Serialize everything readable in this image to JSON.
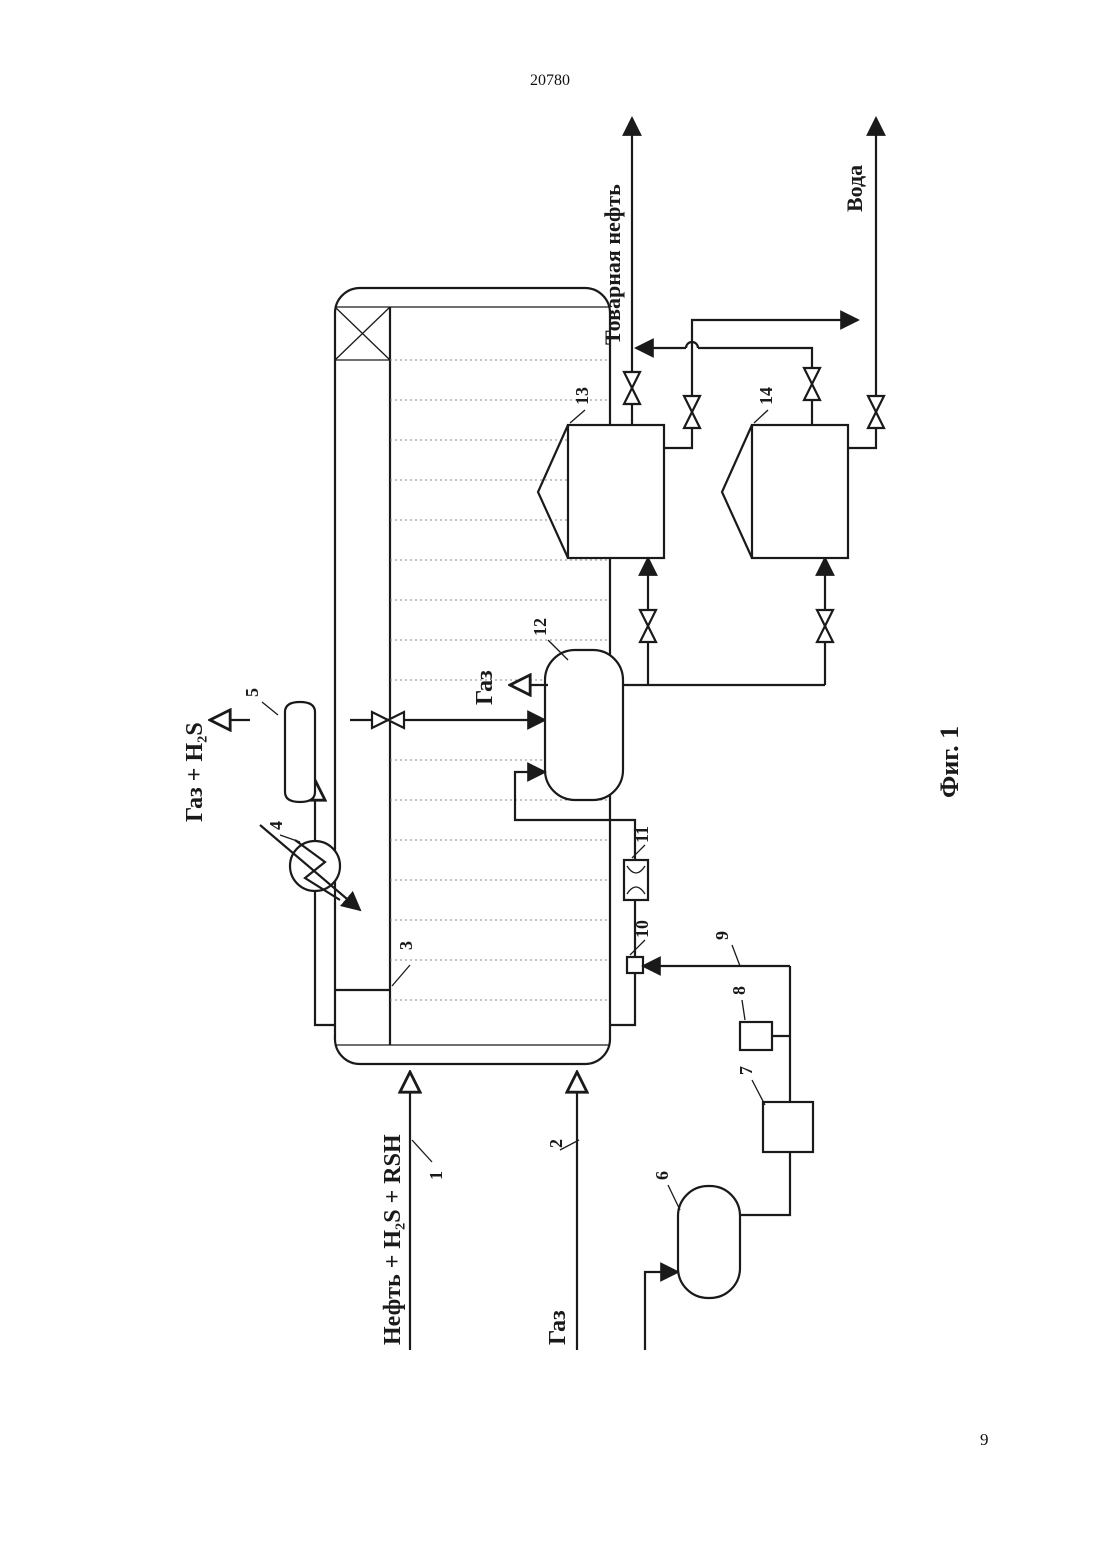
{
  "document": {
    "page_number_top": "20780",
    "page_number_bottom": "9",
    "figure_caption": "Фиг. 1"
  },
  "stream_labels": {
    "oil_feed": "Нефть + H₂S + RSH",
    "gas_feed": "Газ",
    "overhead_gas": "Газ + H₂S",
    "separator_gas": "Газ",
    "product_oil": "Товарная нефть",
    "water": "Вода"
  },
  "equipment_numbers": [
    "1",
    "2",
    "3",
    "4",
    "5",
    "6",
    "7",
    "8",
    "9",
    "10",
    "11",
    "12",
    "13",
    "14"
  ],
  "colors": {
    "ink": "#1a1a1a",
    "paper": "#ffffff"
  }
}
